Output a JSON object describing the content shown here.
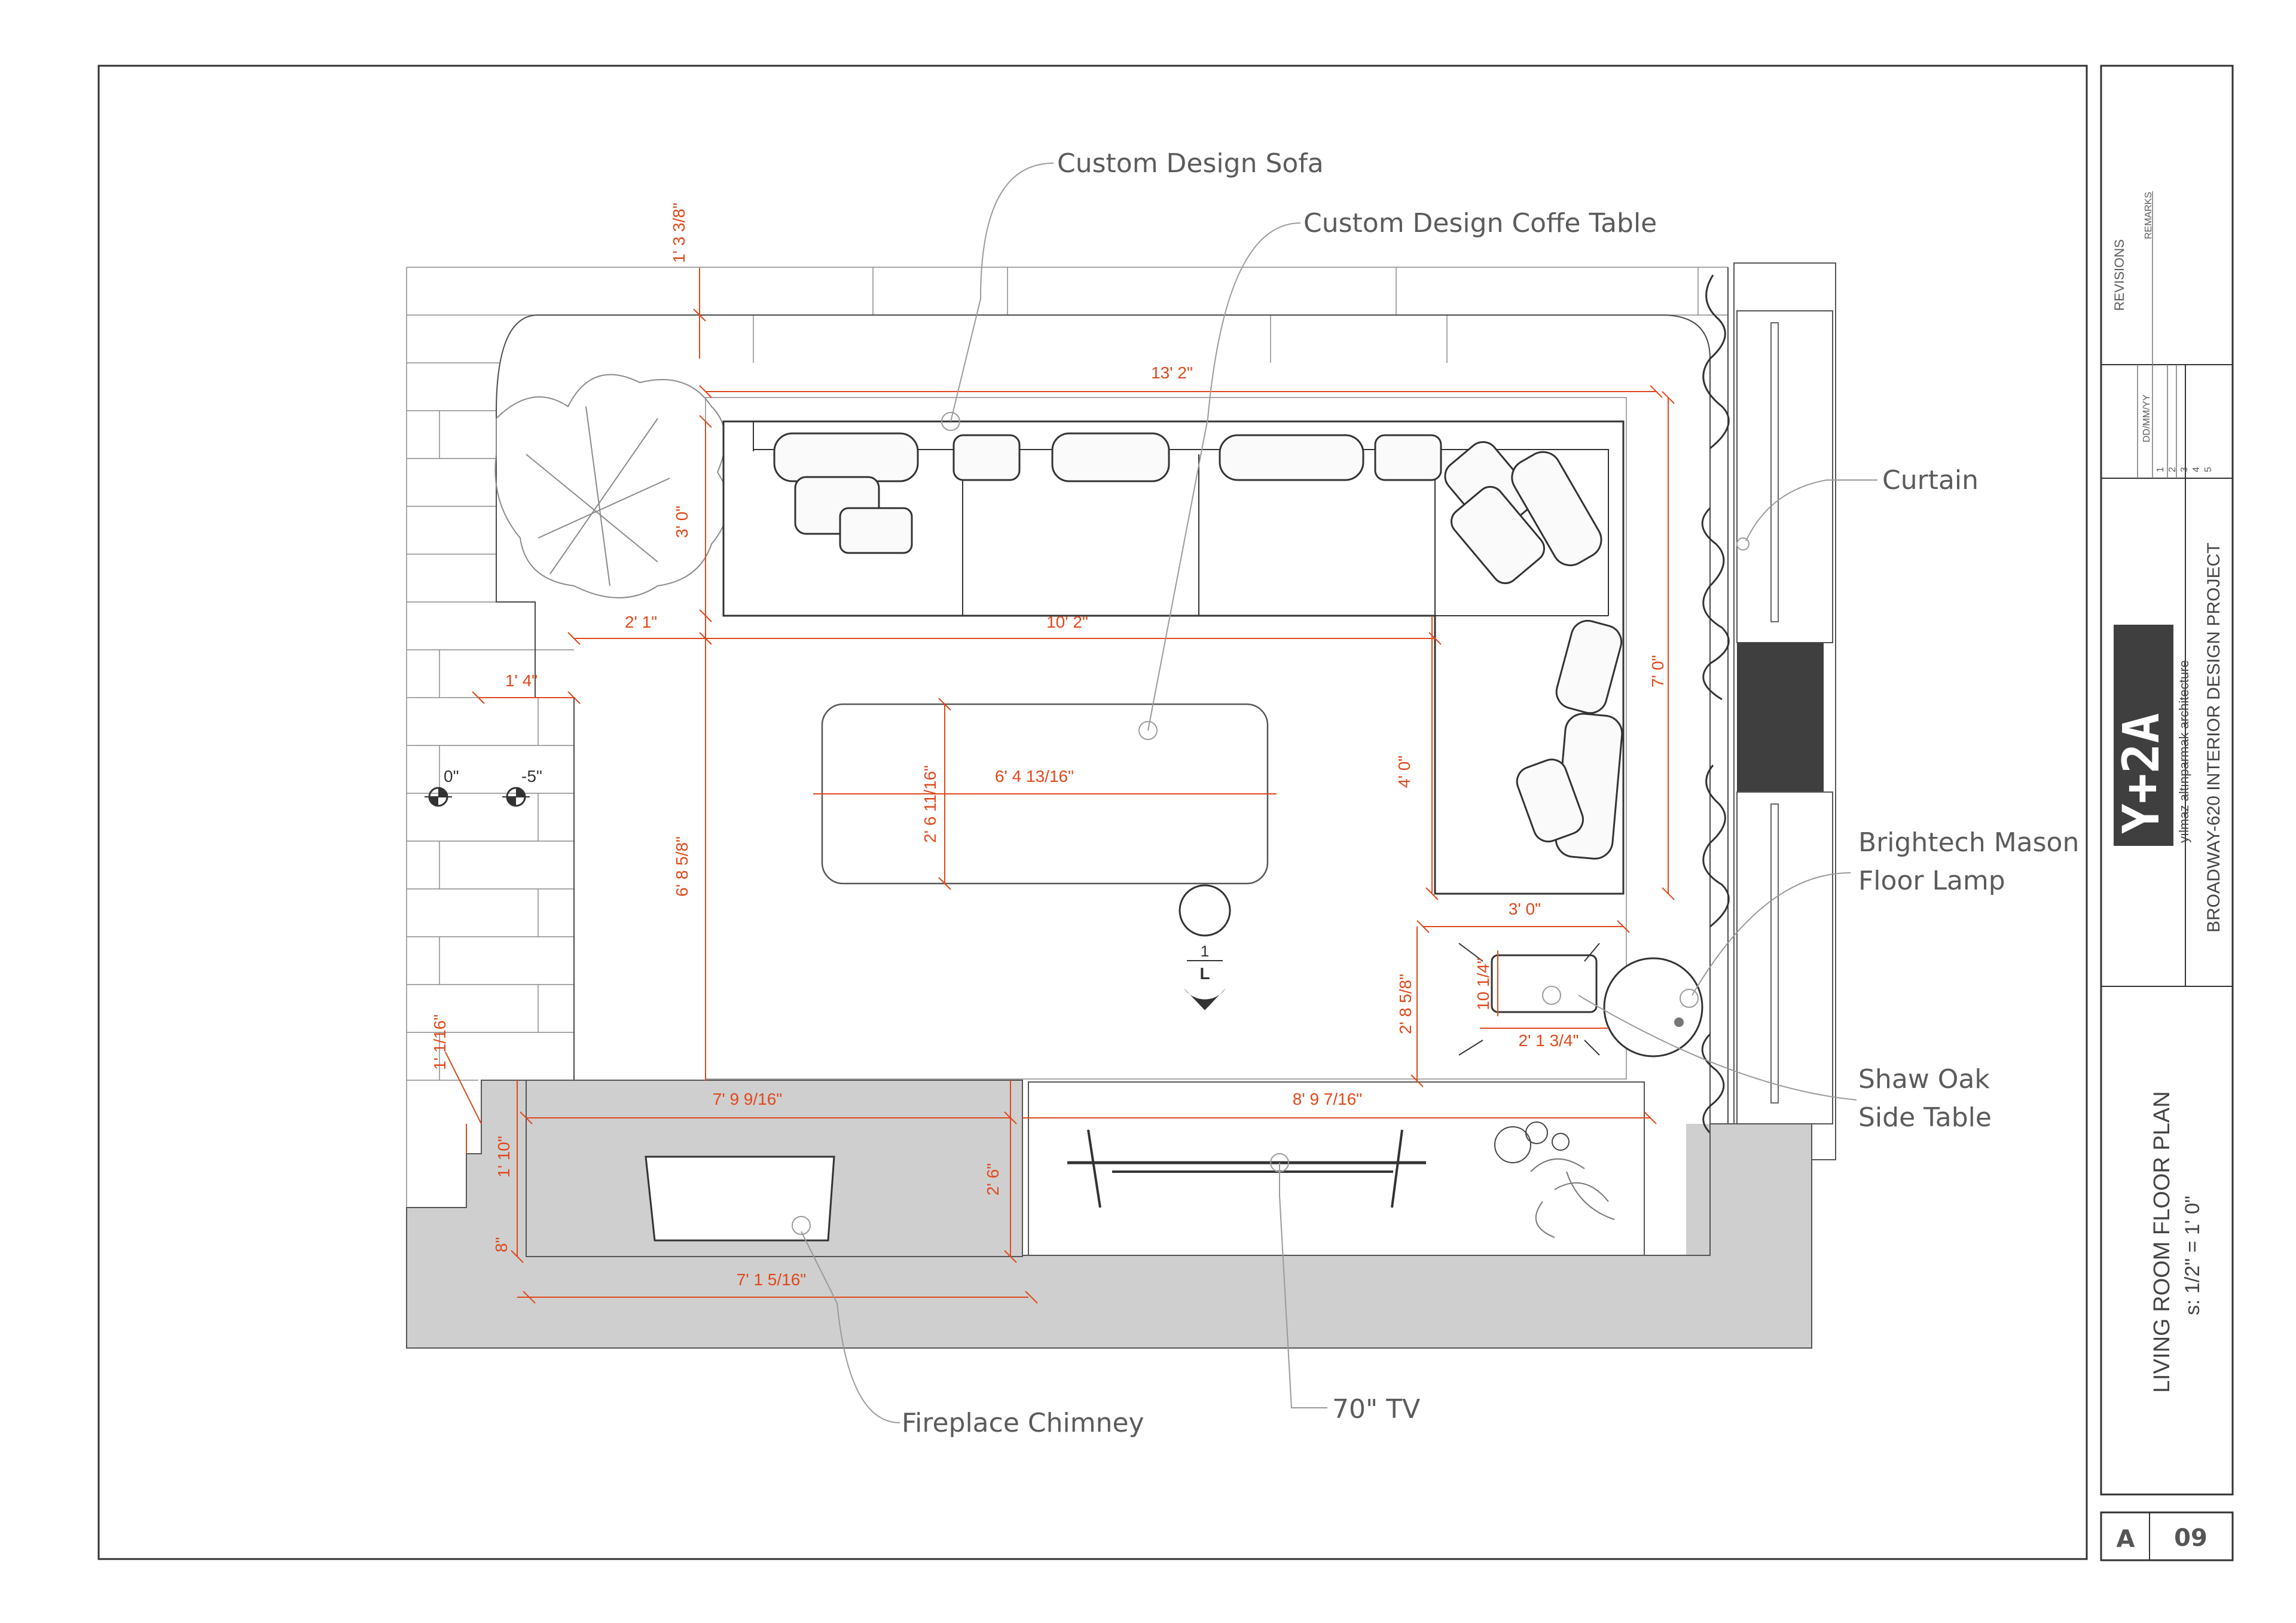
{
  "labels": {
    "sofa": "Custom Design Sofa",
    "coffee_table": "Custom Design Coffe Table",
    "curtain": "Curtain",
    "floor_lamp_1": "Brightech Mason",
    "floor_lamp_2": "Floor Lamp",
    "side_table_1": "Shaw Oak",
    "side_table_2": "Side Table",
    "fireplace": "Fireplace Chimney",
    "tv": "70\" TV"
  },
  "dimensions": {
    "top_width": "13' 2\"",
    "wall_offset": "1' 3 3/8\"",
    "sofa_depth": "3' 0\"",
    "left_gap": "2' 1\"",
    "sofa_width": "10' 2\"",
    "brick_step": "1' 4\"",
    "room_depth": "6' 8 5/8\"",
    "table_width": "6' 4 13/16\"",
    "table_depth": "2' 6 11/16\"",
    "chaise_length": "4' 0\"",
    "right_height": "7' 0\"",
    "chaise_width": "3' 0\"",
    "side_table_h": "10 1/4\"",
    "side_table_w": "2' 1 3/4\"",
    "side_area": "2' 8 5/8\"",
    "left_small": "1' 1/16\"",
    "fp_width": "7' 9 9/16\"",
    "tv_wall": "8' 9 7/16\"",
    "fp_depth": "1' 10\"",
    "fp_depth2": "2' 6\"",
    "fp_offset": "8\"",
    "fp_bottom": "7' 1 5/16\""
  },
  "levels": {
    "level_a": "0\"",
    "level_b": "-5\""
  },
  "section_marker": {
    "number": "1",
    "sheet": "L"
  },
  "title_block": {
    "revisions": "REVISIONS",
    "remarks": "REMARKS",
    "date_header": "DD/MM/YY",
    "revision_numbers": [
      "1",
      "2",
      "3",
      "4",
      "5"
    ],
    "logo": "Y+2A",
    "logo_caption": "yılmaz altınparmak architecture",
    "project": "BROADWAY-620 INTERIOR DESIGN PROJECT",
    "drawing_title": "LIVING ROOM FLOOR PLAN",
    "scale": "s: 1/2\" = 1' 0\"",
    "sheet_prefix": "A",
    "sheet_number": "09"
  },
  "colors": {
    "dimension": "#e0481b",
    "label": "#5b5b5b",
    "wall_fill": "#cfcfcf",
    "logo_bg": "#3f3f3f",
    "logo_accent": "#7bb83e"
  }
}
